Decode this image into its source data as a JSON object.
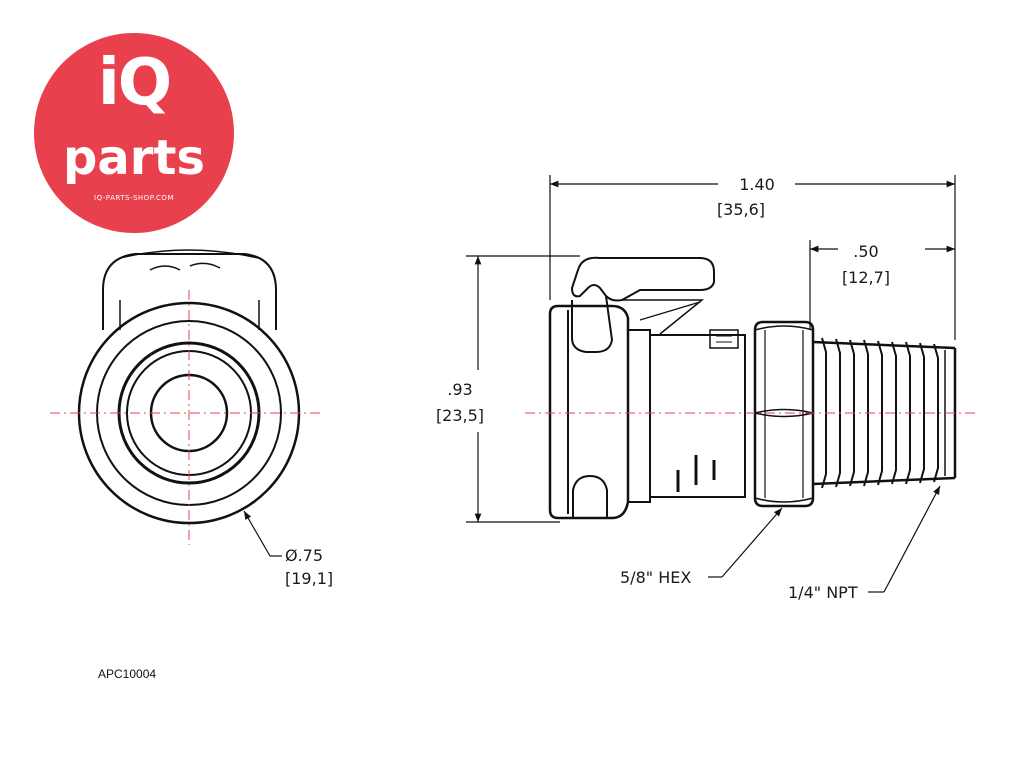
{
  "logo": {
    "brand_top": "iQ",
    "brand_bottom": "parts",
    "website": "IQ-PARTS-SHOP.COM",
    "color": "#e8414d"
  },
  "drawing": {
    "dim_overall_length_in": "1.40",
    "dim_overall_length_mm": "[35,6]",
    "dim_thread_length_in": ".50",
    "dim_thread_length_mm": "[12,7]",
    "dim_height_in": ".93",
    "dim_height_mm": "[23,5]",
    "dim_diameter_in": "Ø.75",
    "dim_diameter_mm": "[19,1]",
    "callout_hex": "5/8\" HEX",
    "callout_thread": "1/4\" NPT",
    "centerline_color": "#e8414d"
  },
  "part_code": "APC10004"
}
